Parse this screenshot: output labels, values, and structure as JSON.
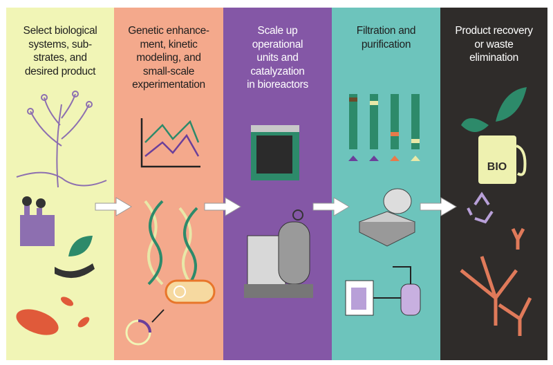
{
  "steps": [
    {
      "title": "Select biological\nsystems, sub-\nstrates, and\ndesired product",
      "color": "#f1f5b6"
    },
    {
      "title": "Genetic enhance-\nment, kinetic\nmodeling, and\nsmall-scale\nexperimentation",
      "color": "#f4a98c"
    },
    {
      "title": "Scale up\noperational\nunits and\ncatalyzation\nin bioreactors",
      "color": "#8457a6"
    },
    {
      "title": "Filtration and\npurification",
      "color": "#6dc4bc"
    },
    {
      "title": "Product recovery\nor waste\nelimination",
      "color": "#2f2c2a"
    }
  ],
  "icons": {
    "bio_pump_label": "BIO"
  }
}
